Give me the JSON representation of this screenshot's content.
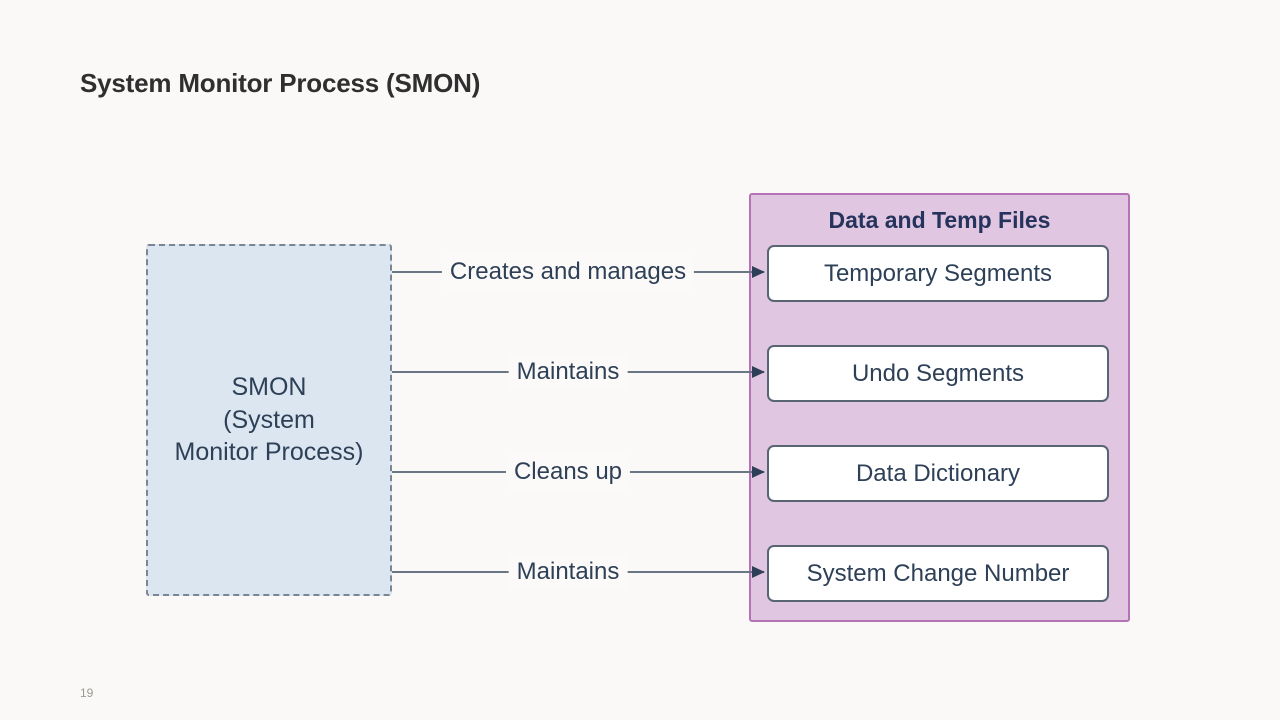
{
  "slide": {
    "title": "System Monitor Process (SMON)",
    "page_number": "19",
    "background_color": "#fbf9f7"
  },
  "diagram": {
    "type": "flow-relationship",
    "source": {
      "name": "SMON",
      "lines": [
        "SMON",
        "(System",
        "Monitor Process)"
      ],
      "fill_color": "#dce6f1",
      "border_color": "#7a8596",
      "border_style": "dashed",
      "text_color": "#2e4057"
    },
    "target_group": {
      "title": "Data and Temp Files",
      "fill_color": "#e0c6e0",
      "border_color": "#b473b4",
      "title_color": "#26335c",
      "items": [
        {
          "label": "Temporary Segments"
        },
        {
          "label": "Undo Segments"
        },
        {
          "label": "Data Dictionary"
        },
        {
          "label": "System Change Number"
        }
      ]
    },
    "connectors": [
      {
        "label": "Creates and manages",
        "from": "SMON",
        "to": "Temporary Segments"
      },
      {
        "label": "Maintains",
        "from": "SMON",
        "to": "Undo Segments"
      },
      {
        "label": "Cleans up",
        "from": "SMON",
        "to": "Data Dictionary"
      },
      {
        "label": "Maintains",
        "from": "SMON",
        "to": "System Change Number"
      }
    ],
    "connector_color": "#6b7685",
    "arrow_color": "#2e4057"
  }
}
